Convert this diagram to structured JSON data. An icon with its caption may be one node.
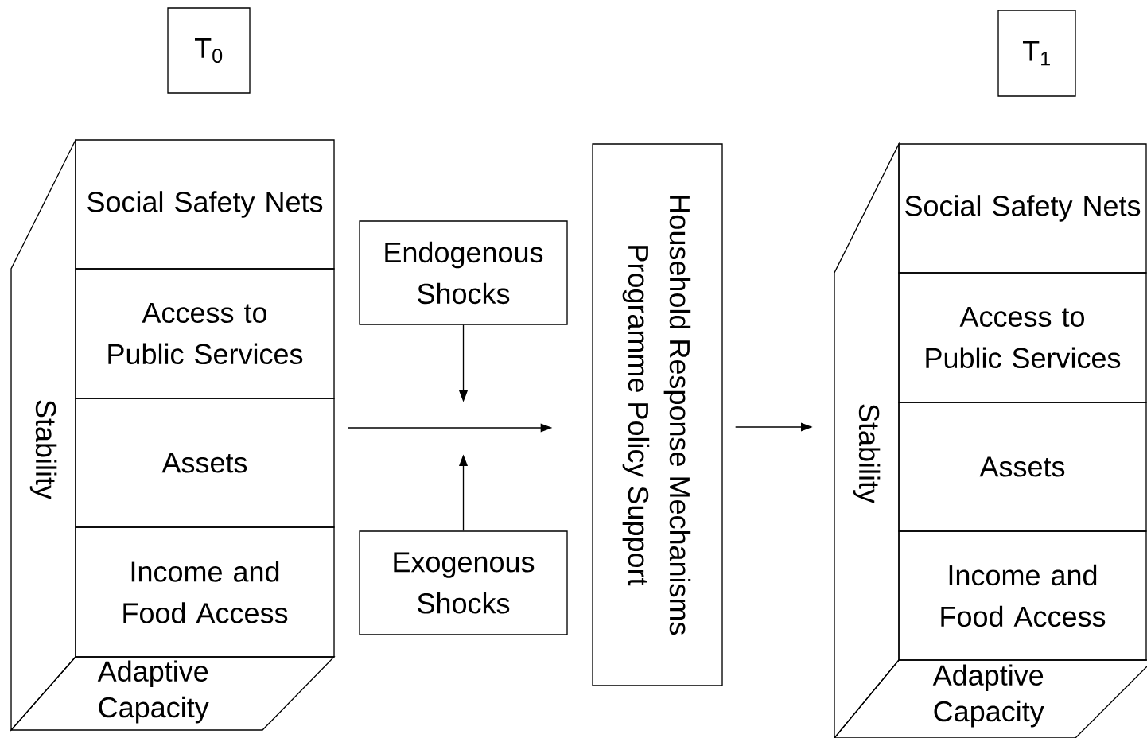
{
  "diagram": {
    "nodes": [
      {
        "text": [
          "T$_{0}$"
        ]
      },
      {
        "text": [
          "Social Safety Nets"
        ]
      },
      {
        "text": [
          "Access to Public Services"
        ]
      },
      {
        "text": [
          "Assets"
        ]
      },
      {
        "text": [
          "Income and Food Access"
        ]
      },
      {
        "text": [
          "Adaptive Capacity"
        ]
      },
      {
        "text": [
          "Stability"
        ]
      },
      {
        "text": [
          "Endogenous Shocks"
        ]
      },
      {
        "text": [
          "Exogenous Shocks"
        ]
      },
      {
        "text": [
          "Household Response Mechanisms",
          "Programme Policy Support"
        ]
      },
      {
        "text": [
          "T$_{1}$"
        ]
      },
      {
        "text": [
          "Social Safety Nets"
        ]
      },
      {
        "text": [
          "Access to Public Services"
        ]
      },
      {
        "text": [
          "Assets"
        ]
      },
      {
        "text": [
          "Income and Food Access"
        ]
      },
      {
        "text": [
          "Adaptive Capacity"
        ]
      },
      {
        "text": [
          "Stability"
        ]
      }
    ],
    "edges": [
      {
        "from": 3,
        "to": 9,
        "arrow": "to"
      },
      {
        "from": 7,
        "to": null,
        "arrow": "to"
      },
      {
        "from": 8,
        "to": null,
        "arrow": "to"
      },
      {
        "from": 9,
        "to": 16,
        "arrow": "to"
      }
    ]
  }
}
